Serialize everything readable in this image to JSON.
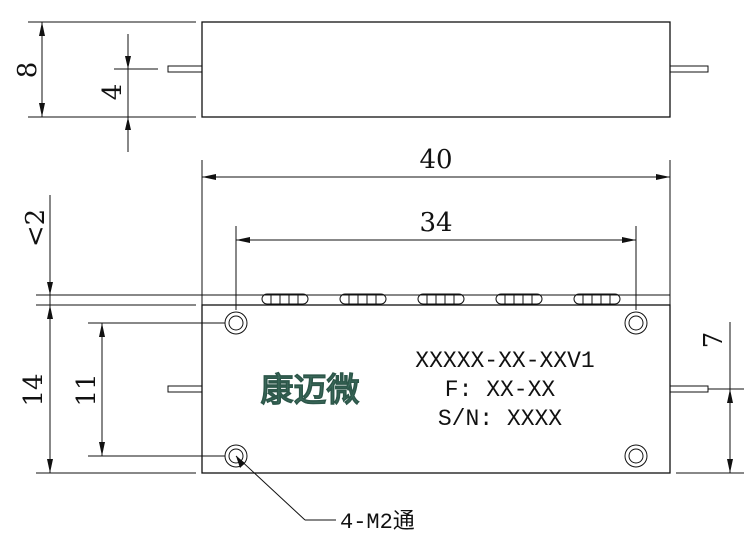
{
  "dimensions": {
    "side_height": "8",
    "pin_offset": "4",
    "overall_length": "40",
    "hole_spacing": "34",
    "top_clearance": "<2",
    "body_height": "14",
    "hole_v_spacing": "11",
    "right_pin_height": "7"
  },
  "label": {
    "model": "XXXXX-XX-XXV1",
    "frequency": "F: XX-XX",
    "serial": "S/N: XXXX"
  },
  "brand": {
    "name": "康迈微",
    "color": "#3f6f5f"
  },
  "hole_callout": "4-M2通",
  "colors": {
    "line": "#111111",
    "background": "#ffffff"
  }
}
